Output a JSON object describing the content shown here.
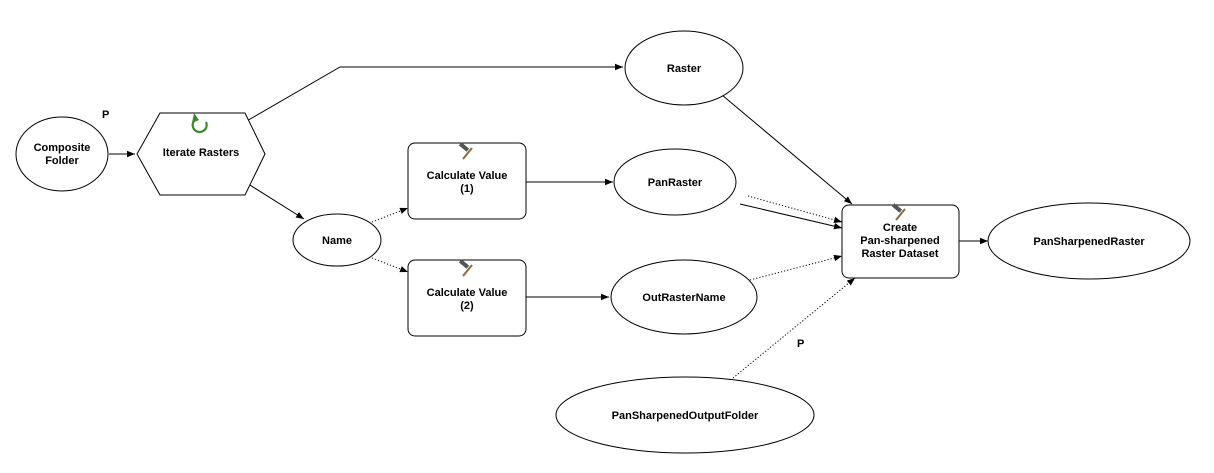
{
  "model": {
    "nodes": {
      "composite_folder": {
        "label_lines": [
          "Composite",
          "Folder"
        ],
        "shape": "ellipse",
        "param": "P"
      },
      "iterate_rasters": {
        "label_lines": [
          "Iterate Rasters"
        ],
        "shape": "hexagon",
        "icon": "iterate-icon"
      },
      "raster": {
        "label_lines": [
          "Raster"
        ],
        "shape": "ellipse"
      },
      "name": {
        "label_lines": [
          "Name"
        ],
        "shape": "ellipse"
      },
      "calc_value_1": {
        "label_lines": [
          "Calculate Value",
          "(1)"
        ],
        "shape": "rounded-rect",
        "icon": "hammer-icon"
      },
      "calc_value_2": {
        "label_lines": [
          "Calculate Value",
          "(2)"
        ],
        "shape": "rounded-rect",
        "icon": "hammer-icon"
      },
      "pan_raster": {
        "label_lines": [
          "PanRaster"
        ],
        "shape": "ellipse"
      },
      "out_raster_name": {
        "label_lines": [
          "OutRasterName"
        ],
        "shape": "ellipse"
      },
      "create_pansharpened": {
        "label_lines": [
          "Create",
          "Pan-sharpened",
          "Raster Dataset"
        ],
        "shape": "rounded-rect",
        "icon": "hammer-icon"
      },
      "pansharpened_raster": {
        "label_lines": [
          "PanSharpenedRaster"
        ],
        "shape": "ellipse"
      },
      "pansharpened_output_folder": {
        "label_lines": [
          "PanSharpenedOutputFolder"
        ],
        "shape": "ellipse",
        "param": "P"
      }
    },
    "connections": [
      {
        "from": "composite_folder",
        "to": "iterate_rasters",
        "style": "solid"
      },
      {
        "from": "iterate_rasters",
        "to": "raster",
        "style": "solid"
      },
      {
        "from": "iterate_rasters",
        "to": "name",
        "style": "solid"
      },
      {
        "from": "name",
        "to": "calc_value_1",
        "style": "dotted"
      },
      {
        "from": "name",
        "to": "calc_value_2",
        "style": "dotted"
      },
      {
        "from": "calc_value_1",
        "to": "pan_raster",
        "style": "solid"
      },
      {
        "from": "calc_value_2",
        "to": "out_raster_name",
        "style": "solid"
      },
      {
        "from": "raster",
        "to": "create_pansharpened",
        "style": "solid"
      },
      {
        "from": "pan_raster",
        "to": "create_pansharpened",
        "style": "solid"
      },
      {
        "from": "pan_raster",
        "to": "create_pansharpened",
        "style": "dotted"
      },
      {
        "from": "out_raster_name",
        "to": "create_pansharpened",
        "style": "dotted"
      },
      {
        "from": "pansharpened_output_folder",
        "to": "create_pansharpened",
        "style": "dotted"
      },
      {
        "from": "create_pansharpened",
        "to": "pansharpened_raster",
        "style": "solid"
      }
    ],
    "colors": {
      "iterate_icon": "#3a8a2a",
      "hammer_handle": "#8a6a3a",
      "hammer_head": "#555555"
    }
  }
}
